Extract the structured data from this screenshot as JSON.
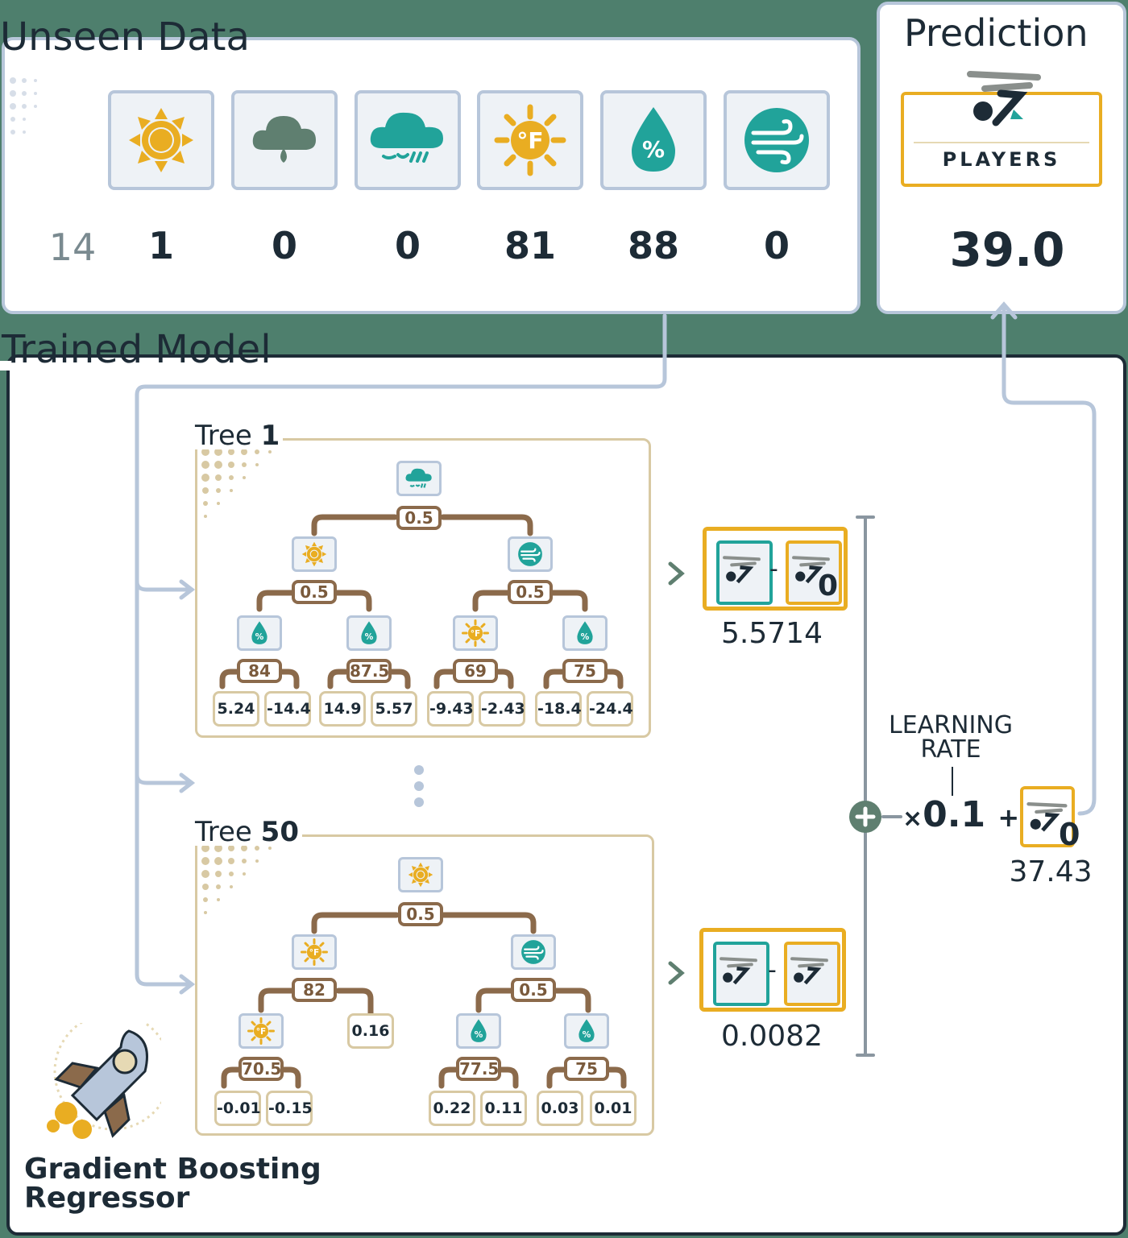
{
  "unseen": {
    "title": "Unseen Data",
    "row_id": "14",
    "features": [
      {
        "icon": "sun-icon",
        "value": "1"
      },
      {
        "icon": "rain-cloud-icon",
        "value": "0"
      },
      {
        "icon": "overcast-cloud-icon",
        "value": "0"
      },
      {
        "icon": "temperature-icon",
        "value": "81"
      },
      {
        "icon": "humidity-icon",
        "value": "88"
      },
      {
        "icon": "wind-icon",
        "value": "0"
      }
    ]
  },
  "prediction": {
    "title": "Prediction",
    "label": "PLAYERS",
    "value": "39.0"
  },
  "model": {
    "title": "Trained Model",
    "trees": [
      {
        "title_prefix": "Tree ",
        "title_num": "1",
        "root": {
          "icon": "overcast-cloud-icon",
          "split": "0.5"
        },
        "mid": [
          {
            "icon": "sun-icon",
            "split": "0.5"
          },
          {
            "icon": "wind-icon",
            "split": "0.5"
          }
        ],
        "low": [
          {
            "icon": "humidity-icon",
            "split": "84"
          },
          {
            "icon": "humidity-icon",
            "split": "87.5"
          },
          {
            "icon": "temperature-icon",
            "split": "69"
          },
          {
            "icon": "humidity-icon",
            "split": "75"
          }
        ],
        "leaves": [
          "5.24",
          "-14.4",
          "14.9",
          "5.57",
          "-9.43",
          "-2.43",
          "-18.4",
          "-24.4"
        ],
        "result": "5.5714"
      },
      {
        "title_prefix": "Tree ",
        "title_num": "50",
        "root": {
          "icon": "sun-icon",
          "split": "0.5"
        },
        "mid": [
          {
            "icon": "temperature-icon",
            "split": "82"
          },
          {
            "icon": "wind-icon",
            "split": "0.5"
          }
        ],
        "low": [
          {
            "icon": "temperature-icon",
            "split": "70.5"
          },
          {
            "icon": "humidity-icon",
            "split": "77.5"
          },
          {
            "icon": "humidity-icon",
            "split": "75"
          }
        ],
        "mid_leaf": "0.16",
        "leaves": [
          "-0.01",
          "-0.15",
          "0.22",
          "0.11",
          "0.03",
          "0.01"
        ],
        "result": "0.0082"
      }
    ],
    "residual_zero_label": "0",
    "learning_rate_label_1": "LEARNING",
    "learning_rate_label_2": "RATE",
    "times_symbol": "×",
    "learning_rate": "0.1",
    "plus_symbol": "+",
    "base_zero_label": "0",
    "base_value": "37.43"
  },
  "badge": {
    "line1": "Gradient Boosting",
    "line2": "Regressor"
  },
  "colors": {
    "background": "#4e7f6d",
    "panel_border": "#b7c6da",
    "gold": "#e9ad22",
    "teal": "#21a39a",
    "gray_green": "#5f7f70",
    "brown": "#8b6a4b",
    "text": "#1d2b36"
  }
}
